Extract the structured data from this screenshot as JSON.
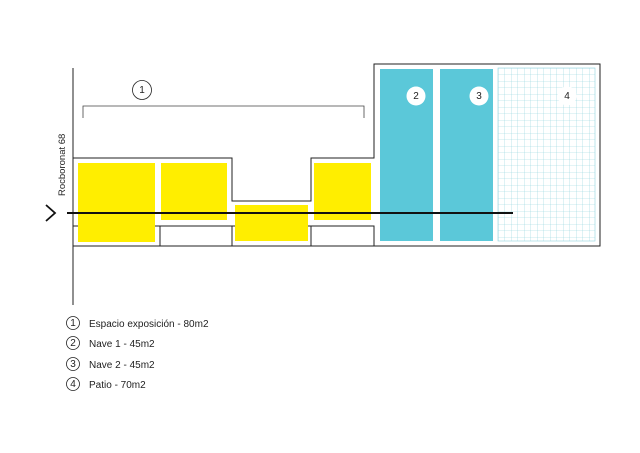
{
  "street_label": "Rocboronat 68",
  "zone_markers": [
    "1",
    "2",
    "3",
    "4"
  ],
  "legend": [
    {
      "num": "1",
      "label": "Espacio exposición - 80m2"
    },
    {
      "num": "2",
      "label": "Nave 1 - 45m2"
    },
    {
      "num": "3",
      "label": "Nave 2 - 45m2"
    },
    {
      "num": "4",
      "label": "Patio - 70m2"
    }
  ],
  "colors": {
    "exhibition": "#ffee00",
    "nave": "#5bc8d9",
    "patio_grid": "#8fd3de",
    "outline": "#222222",
    "path": "#111111"
  }
}
